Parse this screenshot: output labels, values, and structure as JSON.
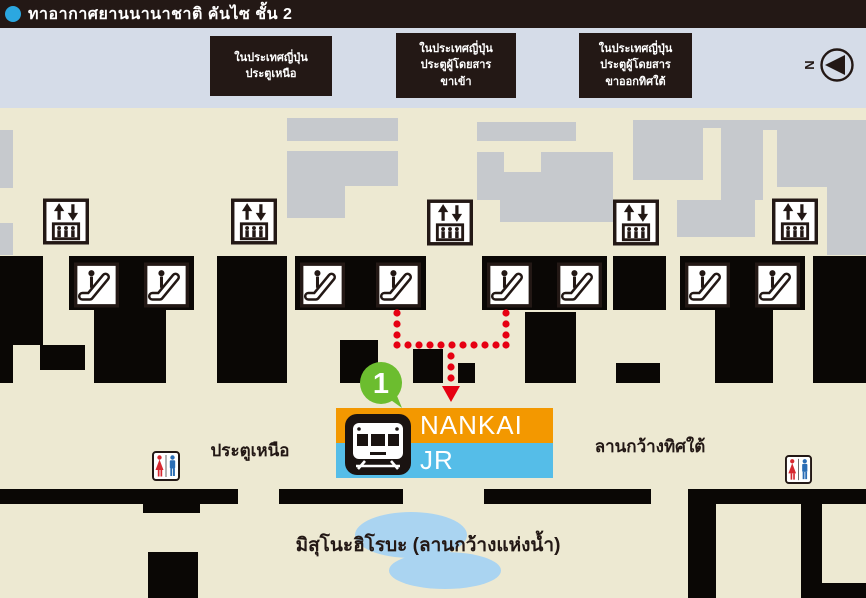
{
  "header": {
    "title": "ทาอากาศยานนานาชาติ คันไซ ชั้น 2",
    "bullet_color": "#2BA7E0"
  },
  "legend_boxes": [
    {
      "lines": [
        "ในประเทศญี่ปุ่น",
        "ประตูเหนือ"
      ]
    },
    {
      "lines": [
        "ในประเทศญี่ปุ่น",
        "ประตูผู้โดยสาร",
        "ขาเข้า"
      ]
    },
    {
      "lines": [
        "ในประเทศญี่ปุ่น",
        "ประตูผู้โดยสาร",
        "ขาออกทิศใต้"
      ]
    }
  ],
  "compass": {
    "label": "N"
  },
  "station_sign": {
    "marker": "1",
    "top": "NANKAI",
    "bottom": "JR",
    "top_color": "#F39800",
    "bottom_color": "#55BDE8",
    "marker_color": "#6CBD2F"
  },
  "labels": {
    "north_gate": "ประตูเหนือ",
    "south_plaza": "ลานกว้างทิศใต้",
    "water_plaza": "มิสุโนะฮิโรบะ (ลานกว้างแห่งน้ำ)"
  },
  "icons": {
    "elevator": "elevator-icon",
    "escalator": "escalator-icon",
    "restroom": "restroom-icon",
    "train": "train-icon",
    "compass": "compass-north-icon",
    "route": "route-dotted-arrow"
  },
  "colors": {
    "header_bg": "#231815",
    "band_bg": "#D5DCE8",
    "floor_bg": "#EDE9D2",
    "structure_black": "#0A0705",
    "structure_gray": "#C6C9CD",
    "route_red": "#E60012",
    "pond_blue": "#AAD4F1"
  }
}
